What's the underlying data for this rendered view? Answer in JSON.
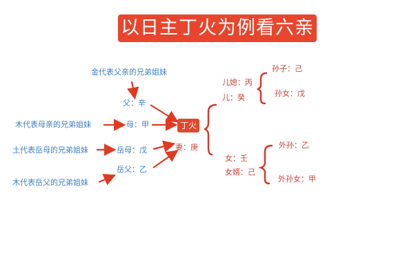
{
  "title": "以日主丁火为例看六亲",
  "center": {
    "label": "丁火"
  },
  "colors": {
    "accent": "#e8452c",
    "blue_text": "#3f7fc7",
    "red_text": "#c8453a",
    "arrow": "#e03a22"
  },
  "left": {
    "desc_father": "金代表父亲的兄弟姐妹",
    "father": "父：辛",
    "desc_mother": "木代表母亲的兄弟姐妹",
    "mother": "母：甲",
    "desc_mother_in_law": "土代表岳母的兄弟姐妹",
    "mother_in_law": "岳母：戊",
    "father_in_law": "岳父：乙",
    "desc_father_in_law": "木代表岳父的兄弟姐妹",
    "wife": "妻：庚"
  },
  "right": {
    "daughter_in_law": "儿媳：丙",
    "son": "儿：癸",
    "grandson": "孙子：己",
    "granddaughter": "孙女：戊",
    "daughter": "女：壬",
    "son_in_law": "女婿：己",
    "daughters_son": "外孙：乙",
    "daughters_daughter": "外孙女：甲"
  }
}
